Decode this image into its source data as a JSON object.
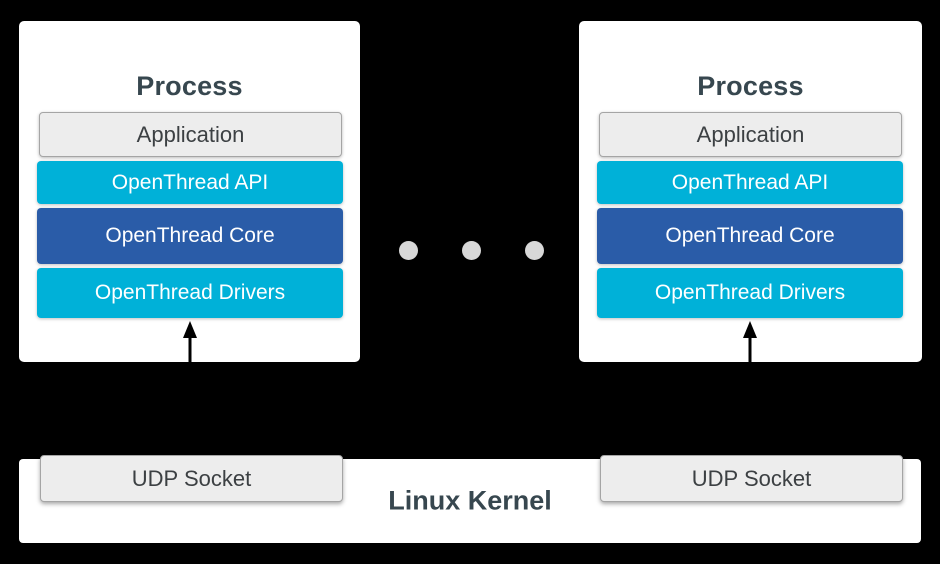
{
  "diagram": {
    "description": "OpenThread POSIX simulation architecture: multiple processes over the Linux Kernel via UDP sockets",
    "colors": {
      "background": "#000000",
      "box_background": "#ffffff",
      "cyan_bar": "#00b1d8",
      "blue_bar": "#2a5ca8",
      "chip_background": "#ededed",
      "chip_border": "#a5a5a5",
      "title_text": "#37474f",
      "chip_text": "#3c4043",
      "bar_text": "#ffffff",
      "dot": "#d8d8d8",
      "arrow": "#000000"
    },
    "processes": [
      {
        "title": "Process",
        "layers": [
          {
            "label": "Application"
          },
          {
            "label": "OpenThread API"
          },
          {
            "label": "OpenThread Core"
          },
          {
            "label": "OpenThread Drivers"
          }
        ]
      },
      {
        "title": "Process",
        "layers": [
          {
            "label": "Application"
          },
          {
            "label": "OpenThread API"
          },
          {
            "label": "OpenThread Core"
          },
          {
            "label": "OpenThread Drivers"
          }
        ]
      }
    ],
    "ellipsis_dot_count": 3,
    "kernel": {
      "label": "Linux Kernel",
      "sockets": [
        {
          "label": "UDP Socket"
        },
        {
          "label": "UDP Socket"
        }
      ]
    }
  }
}
